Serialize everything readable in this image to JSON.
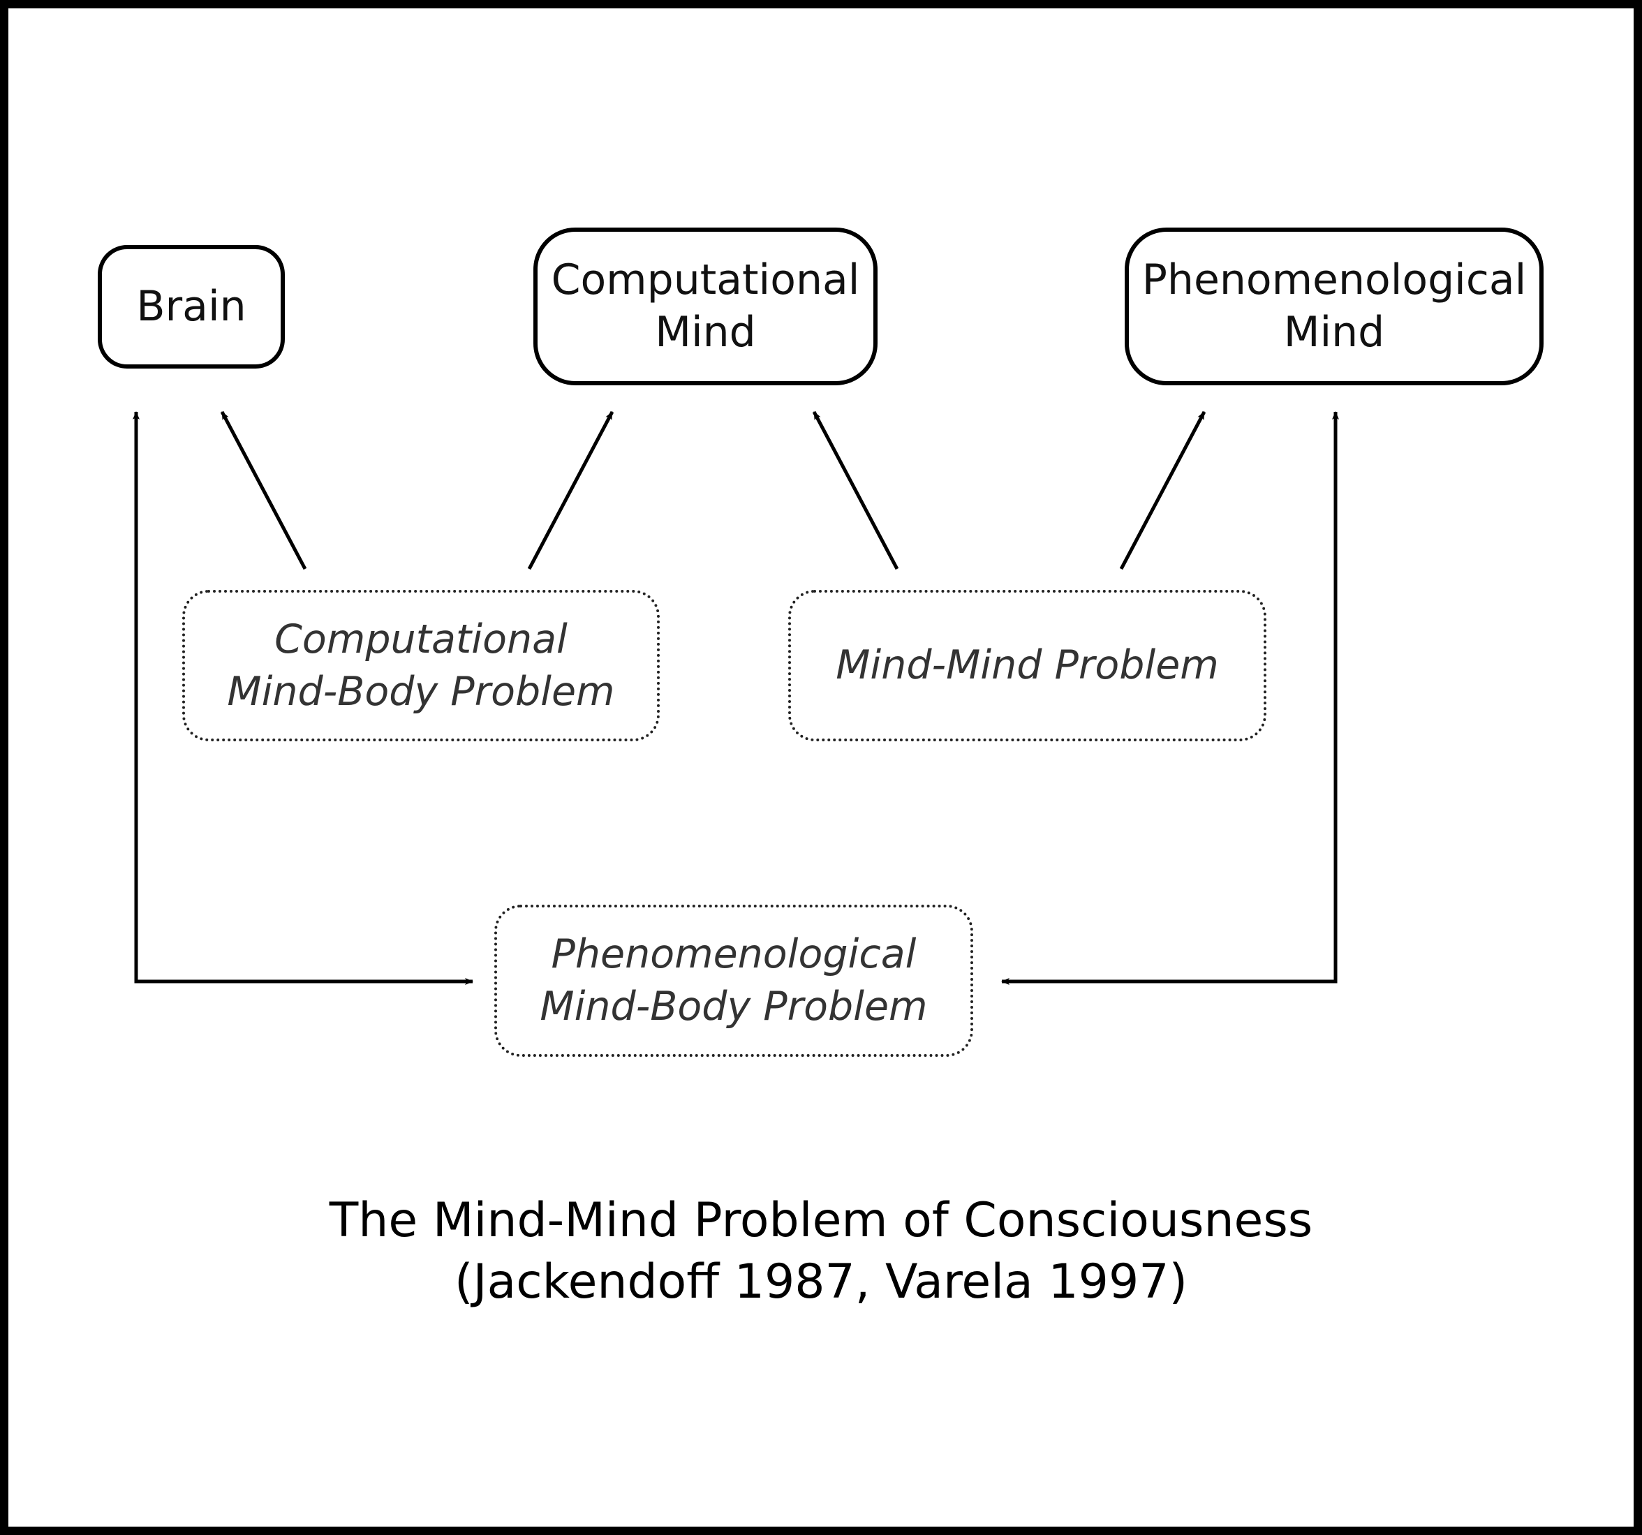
{
  "nodes": {
    "brain": {
      "lines": [
        "Brain"
      ]
    },
    "computational_mind": {
      "lines": [
        "Computational",
        "Mind"
      ]
    },
    "phenomenological_mind": {
      "lines": [
        "Phenomenological",
        "Mind"
      ]
    }
  },
  "problems": {
    "computational_mind_body": {
      "lines": [
        "Computational",
        "Mind-Body Problem"
      ]
    },
    "mind_mind": {
      "lines": [
        "Mind-Mind Problem"
      ]
    },
    "phenomenological_mind_body": {
      "lines": [
        "Phenomenological",
        "Mind-Body Problem"
      ]
    }
  },
  "caption": {
    "line1": "The Mind-Mind Problem of Consciousness",
    "line2": "(Jackendoff 1987, Varela 1997)"
  },
  "colors": {
    "stroke": "#000000",
    "problem_text": "#333333",
    "background": "#ffffff"
  }
}
